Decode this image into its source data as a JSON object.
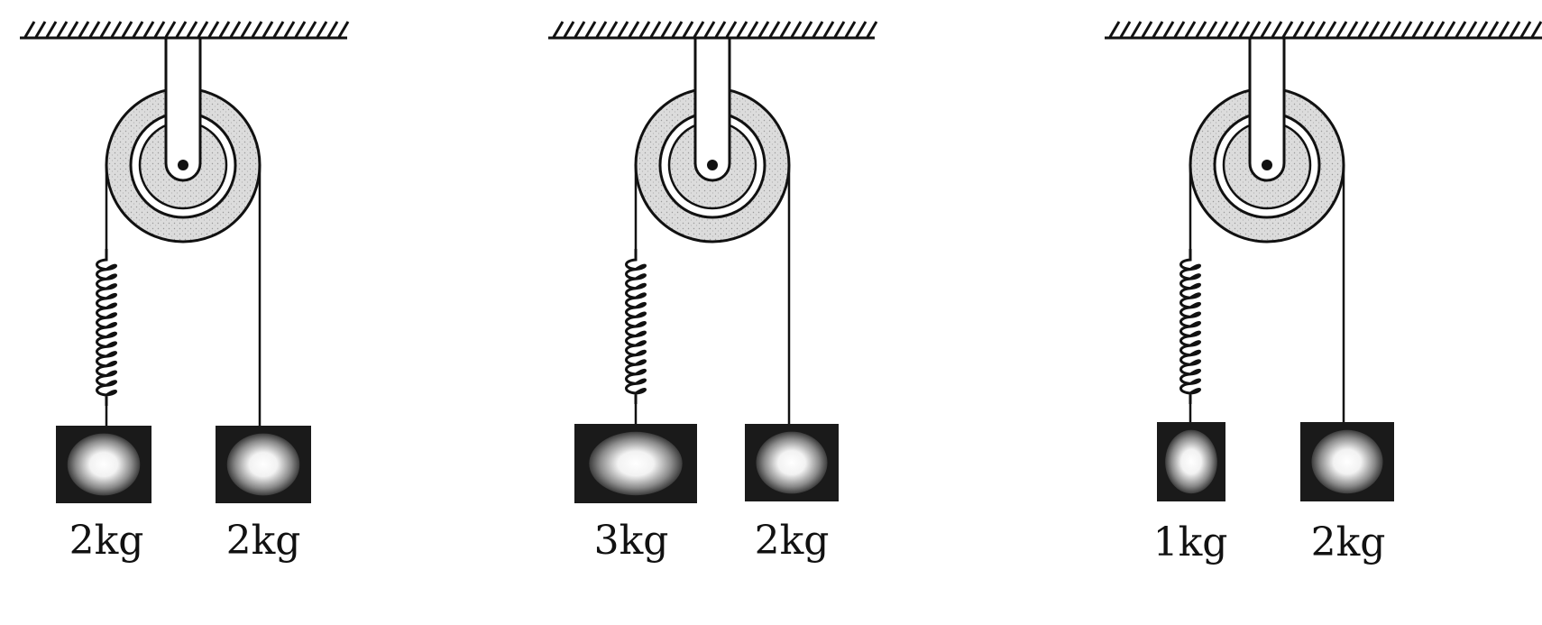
{
  "setups": [
    {
      "masses": [
        {
          "label": "2kg"
        },
        {
          "label": "2kg"
        }
      ]
    },
    {
      "masses": [
        {
          "label": "3kg"
        },
        {
          "label": "2kg"
        }
      ]
    },
    {
      "masses": [
        {
          "label": "1kg"
        },
        {
          "label": "2kg"
        }
      ]
    }
  ],
  "colors": {
    "ink": "#111111",
    "pulley_fill": "#d4d4d4",
    "block_fill": "#1a1a1a",
    "block_glow": "#ffffff"
  }
}
